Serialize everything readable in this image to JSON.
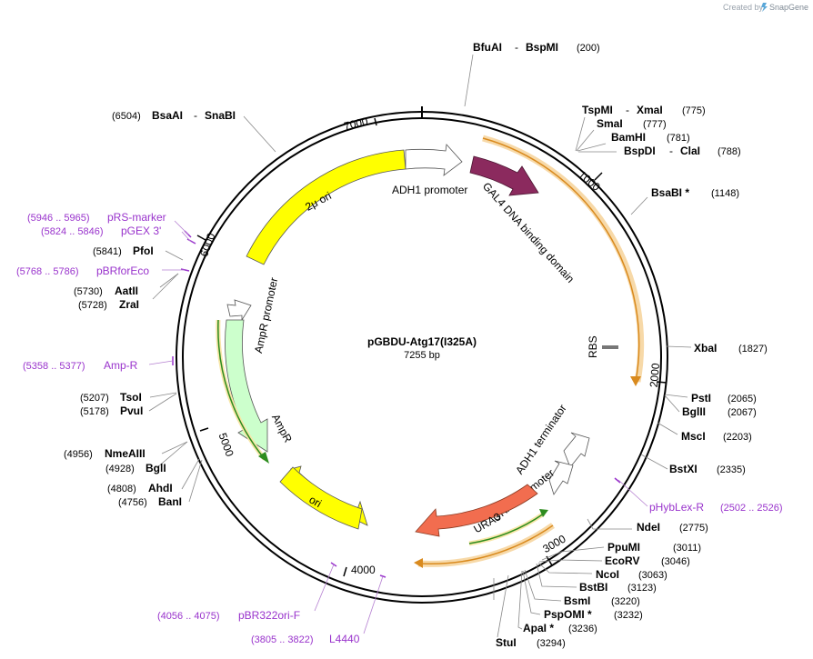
{
  "credit": {
    "created_by": "Created by",
    "brand": "SnapGene"
  },
  "center": {
    "title": "pGBDU-Atg17(I325A)",
    "length": "7255 bp"
  },
  "ticks": {
    "t1000": "1000",
    "t2000": "2000",
    "t3000": "3000",
    "t4000": "4000",
    "t5000": "5000",
    "t6000": "6000",
    "t7000": "7000"
  },
  "features": {
    "twomu_ori": "2μ ori",
    "adh1_promoter": "ADH1 promoter",
    "gal4_dbd": "GAL4 DNA binding domain",
    "ampr_promoter": "AmpR promoter",
    "ampr": "AmpR",
    "ori": "ori",
    "rbs": "RBS",
    "adh1_terminator": "ADH1 terminator",
    "ura3_promoter": "URA3 promoter",
    "ura3": "URA3"
  },
  "sites": {
    "bfuai": {
      "name": "BfuAI",
      "name2": "BspMI",
      "pos": "(200)"
    },
    "tspmi": {
      "name": "TspMI",
      "name2": "XmaI",
      "pos": "(775)"
    },
    "smai": {
      "name": "SmaI",
      "pos": "(777)"
    },
    "bamhi": {
      "name": "BamHI",
      "pos": "(781)"
    },
    "bspdi": {
      "name": "BspDI",
      "name2": "ClaI",
      "pos": "(788)"
    },
    "bsabi": {
      "name": "BsaBI *",
      "pos": "(1148)"
    },
    "xbai": {
      "name": "XbaI",
      "pos": "(1827)"
    },
    "psti": {
      "name": "PstI",
      "pos": "(2065)"
    },
    "bglii": {
      "name": "BglII",
      "pos": "(2067)"
    },
    "msci": {
      "name": "MscI",
      "pos": "(2203)"
    },
    "bstxi": {
      "name": "BstXI",
      "pos": "(2335)"
    },
    "ndei": {
      "name": "NdeI",
      "pos": "(2775)"
    },
    "ppumi": {
      "name": "PpuMI",
      "pos": "(3011)"
    },
    "ecorv": {
      "name": "EcoRV",
      "pos": "(3046)"
    },
    "ncoi": {
      "name": "NcoI",
      "pos": "(3063)"
    },
    "bstbi": {
      "name": "BstBI",
      "pos": "(3123)"
    },
    "bsmi": {
      "name": "BsmI",
      "pos": "(3220)"
    },
    "pspomi": {
      "name": "PspOMI *",
      "pos": "(3232)"
    },
    "apai": {
      "name": "ApaI *",
      "pos": "(3236)"
    },
    "stui": {
      "name": "StuI",
      "pos": "(3294)"
    },
    "bsaai": {
      "name": "BsaAI",
      "name2": "SnaBI",
      "pos": "(6504)"
    },
    "pfoi": {
      "name": "PfoI",
      "pos": "(5841)"
    },
    "aatii": {
      "name": "AatII",
      "pos": "(5730)"
    },
    "zrai": {
      "name": "ZraI",
      "pos": "(5728)"
    },
    "tsoi": {
      "name": "TsoI",
      "pos": "(5207)"
    },
    "pvui": {
      "name": "PvuI",
      "pos": "(5178)"
    },
    "nmeaiii": {
      "name": "NmeAIII",
      "pos": "(4956)"
    },
    "bgli": {
      "name": "BglI",
      "pos": "(4928)"
    },
    "ahdi": {
      "name": "AhdI",
      "pos": "(4808)"
    },
    "bani": {
      "name": "BanI",
      "pos": "(4756)"
    }
  },
  "primers": {
    "prs_marker": {
      "range": "(5946 .. 5965)",
      "name": "pRS-marker"
    },
    "pgex3": {
      "range": "(5824 .. 5846)",
      "name": "pGEX 3'"
    },
    "pbrforeco": {
      "range": "(5768 .. 5786)",
      "name": "pBRforEco"
    },
    "ampr_primer": {
      "range": "(5358 .. 5377)",
      "name": "Amp-R"
    },
    "phyblex": {
      "name": "pHybLex-R",
      "range": "(2502 .. 2526)"
    },
    "pbr322ori": {
      "range": "(4056 .. 4075)",
      "name": "pBR322ori-F"
    },
    "l4440": {
      "range": "(3805 .. 3822)",
      "name": "L4440"
    }
  },
  "colors": {
    "backbone": "#000000",
    "twomu_ori": "#ffff00",
    "gal4": "#8b2a5e",
    "ampr": "#ccffcc",
    "ura3": "#f26d4f",
    "orf": "#e8b36e",
    "primer": "#9933cc",
    "green_arrow": "#2d8c1e"
  }
}
